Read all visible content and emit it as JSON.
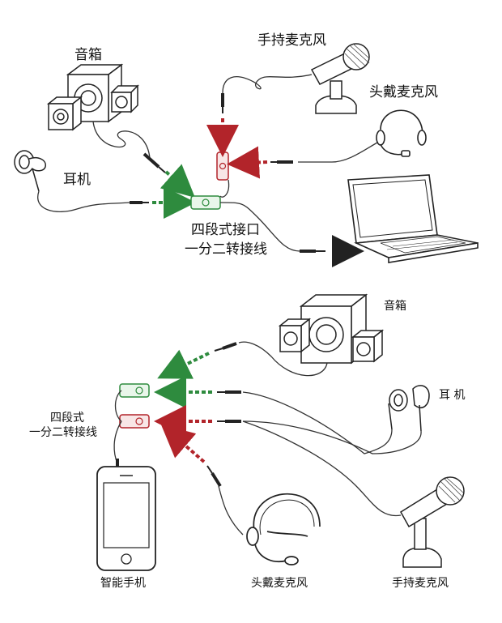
{
  "colors": {
    "green": "#2e8b3e",
    "red": "#b2242a",
    "dark": "#222222",
    "line": "#333333"
  },
  "top": {
    "speaker_label": "音箱",
    "earphone_label": "耳机",
    "handheld_mic_label": "手持麦克风",
    "headset_mic_label": "头戴麦克风",
    "adapter_line1": "四段式接口",
    "adapter_line2": "一分二转接线"
  },
  "bottom": {
    "speaker_label": "音箱",
    "earphone_label": "耳 机",
    "adapter_line1": "四段式",
    "adapter_line2": "一分二转接线",
    "phone_label": "智能手机",
    "headset_mic_label": "头戴麦克风",
    "handheld_mic_label": "手持麦克风"
  },
  "icons": [
    "speaker-icon",
    "earphone-icon",
    "handheld-mic-icon",
    "headset-mic-icon",
    "laptop-icon",
    "smartphone-icon",
    "splitter-icon",
    "audio-plug-icon",
    "arrow-icon"
  ]
}
